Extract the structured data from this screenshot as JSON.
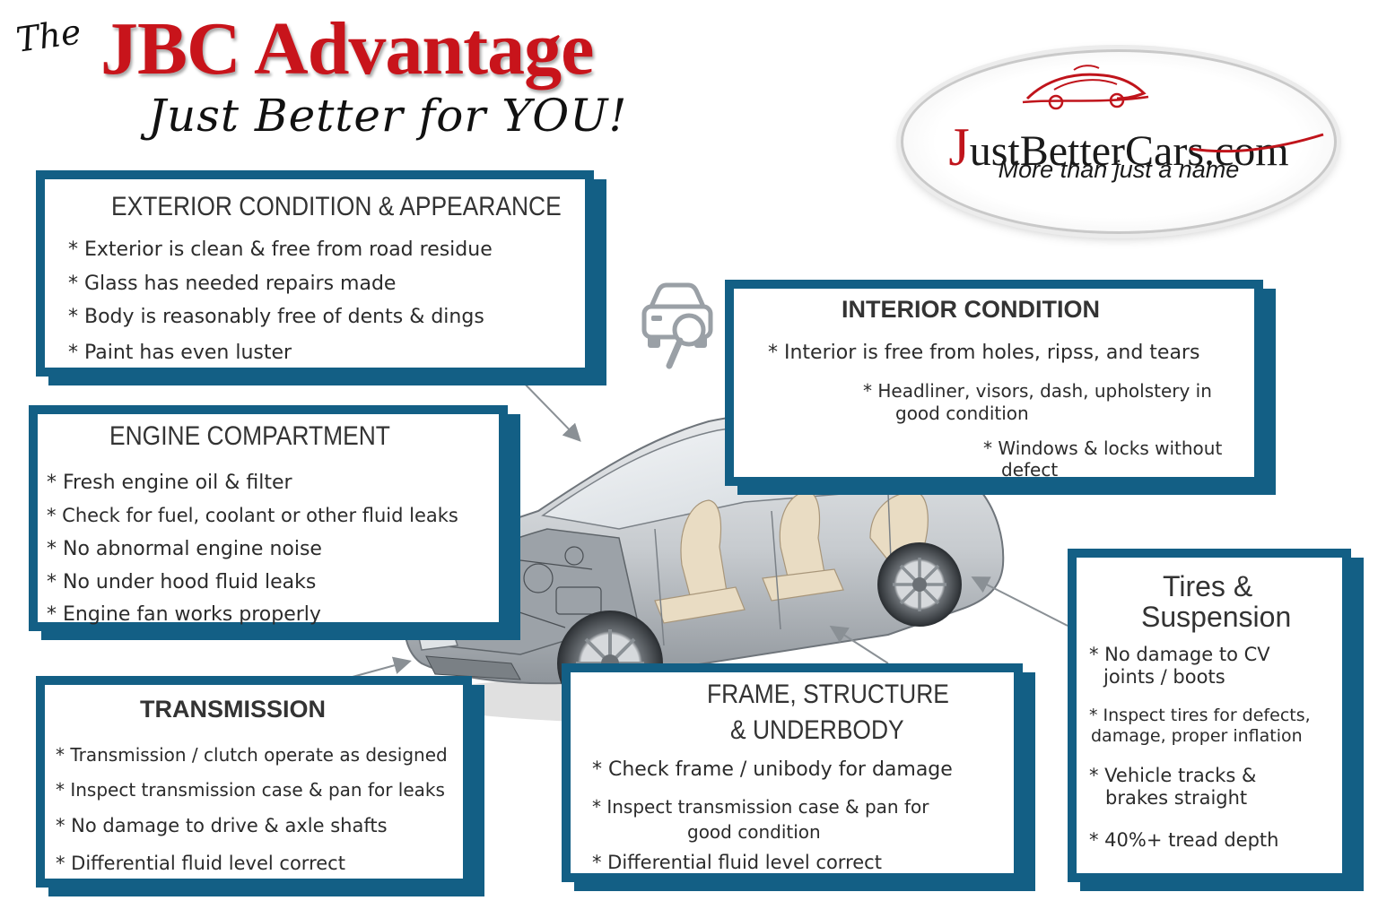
{
  "header": {
    "the": "The",
    "title": "JBC Advantage",
    "tagline": "Just Better for YOU!"
  },
  "logo": {
    "name_j": "J",
    "name_rest": "ustBetterCars",
    "name_dotcom": ".com",
    "subtitle": "More than just a name"
  },
  "colors": {
    "panel_border": "#135f85",
    "title_red": "#c8141b"
  },
  "icons": [
    "car-inspection-icon",
    "car-cutaway-illustration",
    "logo-car-icon"
  ],
  "panels": {
    "exterior": {
      "title": "EXTERIOR CONDITION & APPEARANCE",
      "items": [
        "* Exterior is clean & free from road residue",
        "* Glass has needed repairs made",
        "* Body is reasonably free of dents & dings",
        "* Paint has even luster"
      ]
    },
    "interior": {
      "title": "INTERIOR CONDITION",
      "items": [
        "* Interior is free from holes, ripss, and tears",
        "* Headliner, visors, dash, upholstery in",
        "good condition",
        "* Windows & locks without",
        "defect"
      ]
    },
    "engine": {
      "title": "ENGINE COMPARTMENT",
      "items": [
        "* Fresh engine oil & filter",
        "* Check for fuel, coolant or other fluid leaks",
        "* No abnormal engine noise",
        "* No under hood fluid leaks",
        "* Engine fan works properly"
      ]
    },
    "transmission": {
      "title": "TRANSMISSION",
      "items": [
        "* Transmission / clutch operate as designed",
        "* Inspect transmission case & pan for leaks",
        "* No damage to drive & axle shafts",
        "* Differential fluid level correct"
      ]
    },
    "frame": {
      "title_line1": "FRAME, STRUCTURE",
      "title_line2": "& UNDERBODY",
      "items": [
        "* Check frame / unibody for damage",
        "* Inspect transmission case & pan for",
        "good condition",
        "* Differential fluid level correct"
      ]
    },
    "tires": {
      "title_line1": "Tires &",
      "title_line2": "Suspension",
      "items": [
        "* No damage to CV",
        "joints / boots",
        "* Inspect tires for defects,",
        "damage, proper inflation",
        "* Vehicle tracks &",
        "brakes straight",
        "* 40%+ tread depth"
      ]
    }
  }
}
